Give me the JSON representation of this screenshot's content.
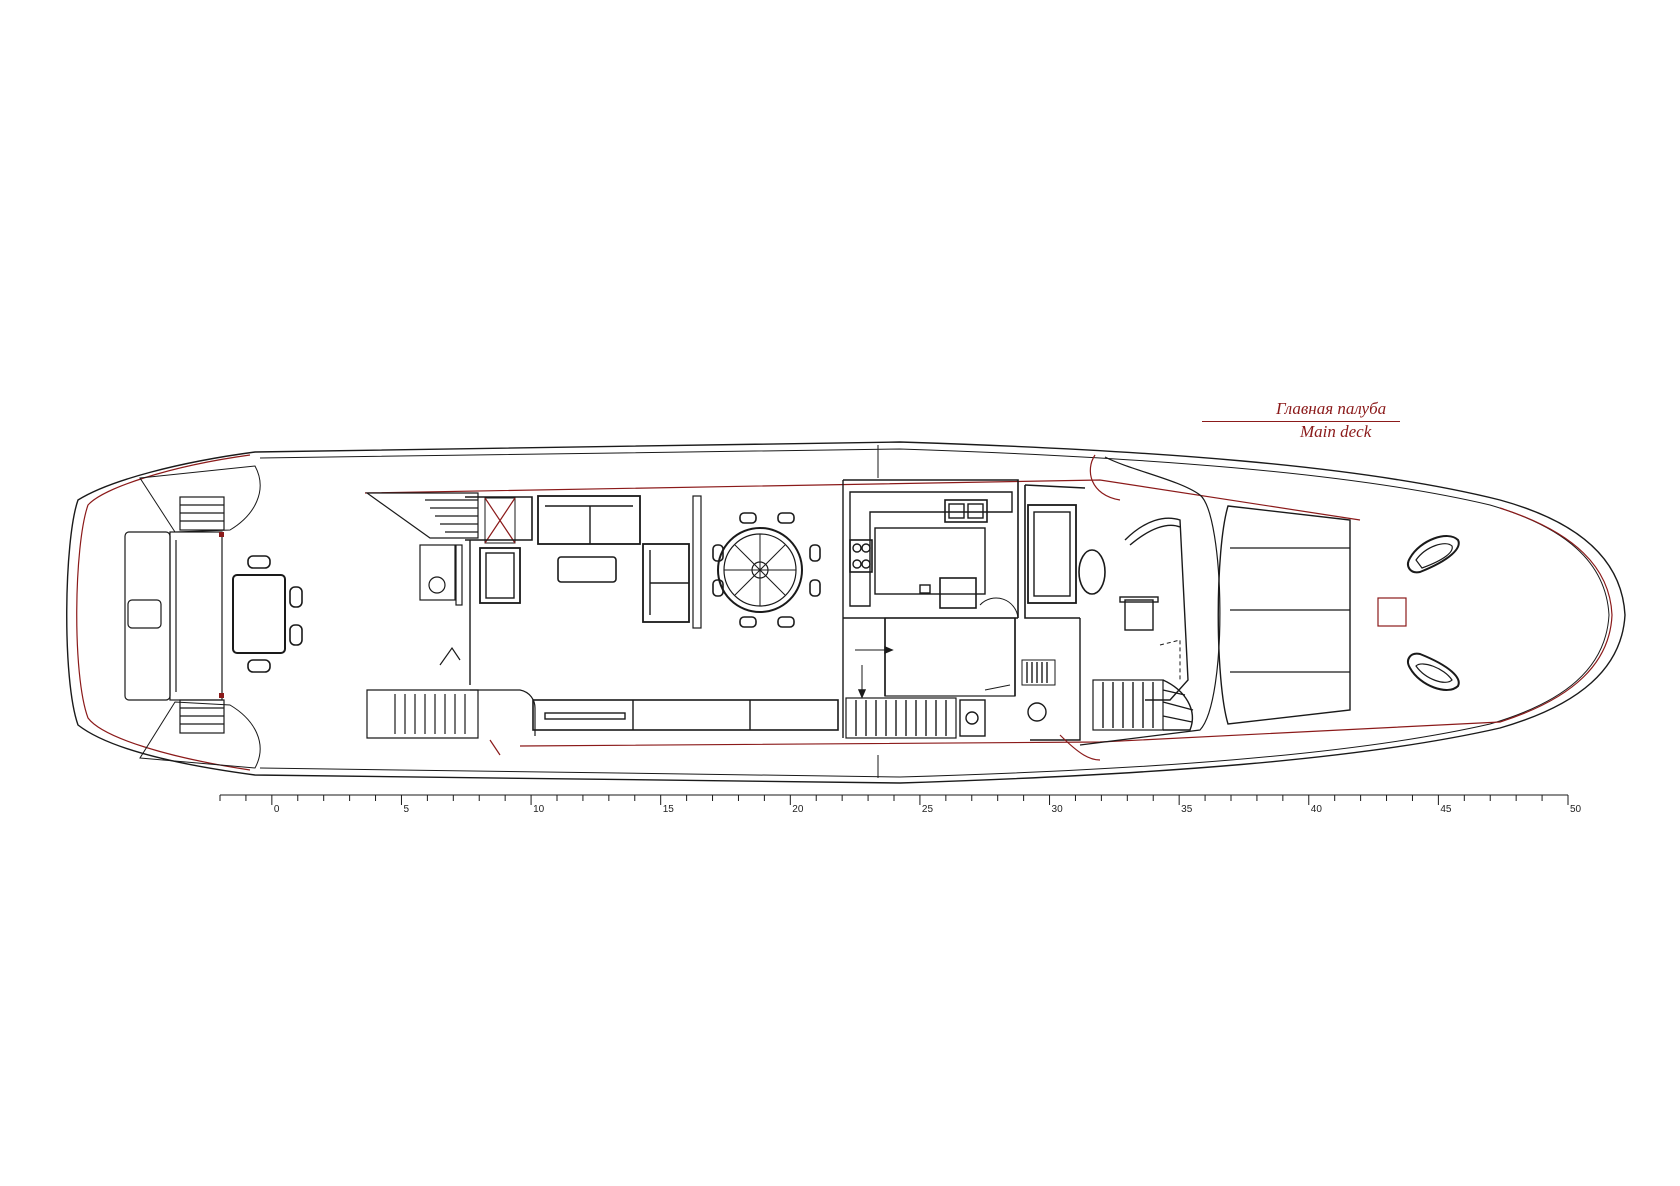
{
  "drawing": {
    "title_ru": "Главная палуба",
    "title_en": "Main deck",
    "colors": {
      "outline": "#1a1a1a",
      "accent": "#8b1a1a",
      "background": "#ffffff"
    }
  },
  "scale": {
    "min": -2,
    "max": 50,
    "major_step": 5,
    "labels": [
      "0",
      "5",
      "10",
      "15",
      "20",
      "25",
      "30",
      "35",
      "40",
      "45",
      "50"
    ]
  }
}
